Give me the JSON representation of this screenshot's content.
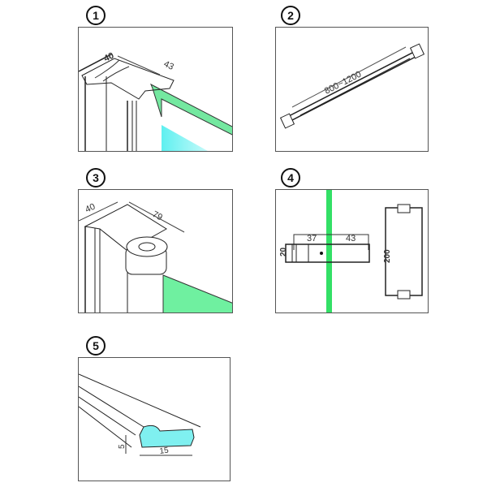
{
  "panels": [
    {
      "number": "1",
      "dims": {
        "depth": "40",
        "width": "43"
      }
    },
    {
      "number": "2",
      "dims": {
        "length": "800~1200"
      }
    },
    {
      "number": "3",
      "dims": {
        "depth": "40",
        "width": "79"
      }
    },
    {
      "number": "4",
      "dims": {
        "left": "37",
        "right": "43",
        "height": "20",
        "length": "200"
      }
    },
    {
      "number": "5",
      "dims": {
        "height": "5",
        "width": "15"
      }
    }
  ],
  "colors": {
    "glass_edge": "#33e066",
    "glass_face": "#6ff0f0",
    "line": "#222"
  }
}
